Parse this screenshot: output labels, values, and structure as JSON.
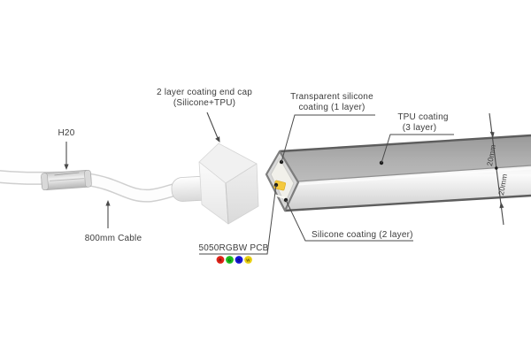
{
  "diagram": {
    "labels": {
      "h20": "H20",
      "cable": "800mm Cable",
      "end_cap_line1": "2 layer coating end cap",
      "end_cap_line2": "(Silicone+TPU)",
      "transparent_silicone_line1": "Transparent silicone",
      "transparent_silicone_line2": "coating (1 layer)",
      "tpu_line1": "TPU coating",
      "tpu_line2": "(3 layer)",
      "silicone_2layer": "Silicone coating (2 layer)",
      "pcb": "5050RGBW PCB",
      "dim_top_face": "20mm",
      "dim_front_face": "20mm"
    },
    "pcb_leds": [
      {
        "letter": "R",
        "color": "#e02318"
      },
      {
        "letter": "G",
        "color": "#1dbd1d"
      },
      {
        "letter": "B",
        "color": "#1718d9"
      },
      {
        "letter": "W",
        "color": "#e8cf10"
      }
    ],
    "colors": {
      "line": "#4a4a4a",
      "text": "#3c3c3c",
      "strip_top_face": "#a8a8a8",
      "strip_front_face": "#e9e9e9",
      "strip_edge": "#5d5d5d",
      "led": "#f4c93d",
      "end_cap": "#efefef",
      "cable": "#ffffff"
    }
  }
}
